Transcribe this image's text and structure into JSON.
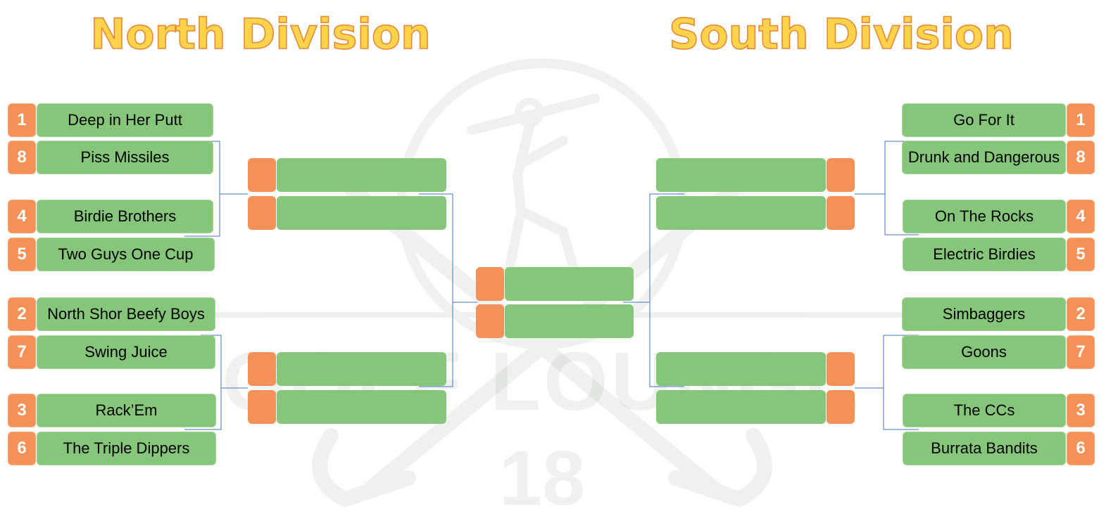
{
  "titles": {
    "north": "North Division",
    "south": "South Division"
  },
  "watermark": {
    "line1": "GOLF LOUNGE",
    "line2": "18"
  },
  "north": {
    "teams": [
      {
        "seed": "1",
        "name": "Deep in Her Putt"
      },
      {
        "seed": "8",
        "name": "Piss Missiles"
      },
      {
        "seed": "4",
        "name": "Birdie Brothers"
      },
      {
        "seed": "5",
        "name": "Two Guys One Cup"
      },
      {
        "seed": "2",
        "name": "North Shor Beefy Boys"
      },
      {
        "seed": "7",
        "name": "Swing Juice"
      },
      {
        "seed": "3",
        "name": "Rack’Em"
      },
      {
        "seed": "6",
        "name": "The Triple Dippers"
      }
    ]
  },
  "south": {
    "teams": [
      {
        "seed": "1",
        "name": "Go For It"
      },
      {
        "seed": "8",
        "name": "Drunk and Dangerous"
      },
      {
        "seed": "4",
        "name": "On The Rocks"
      },
      {
        "seed": "5",
        "name": "Electric Birdies"
      },
      {
        "seed": "2",
        "name": "Simbaggers"
      },
      {
        "seed": "7",
        "name": "Goons"
      },
      {
        "seed": "3",
        "name": "The CCs"
      },
      {
        "seed": "6",
        "name": "Burrata Bandits"
      }
    ]
  },
  "colors": {
    "seed": "#f39158",
    "team": "#86c67a",
    "title_fill": "#fcd34a",
    "title_stroke": "#e8893a",
    "connector": "#4472c4"
  }
}
